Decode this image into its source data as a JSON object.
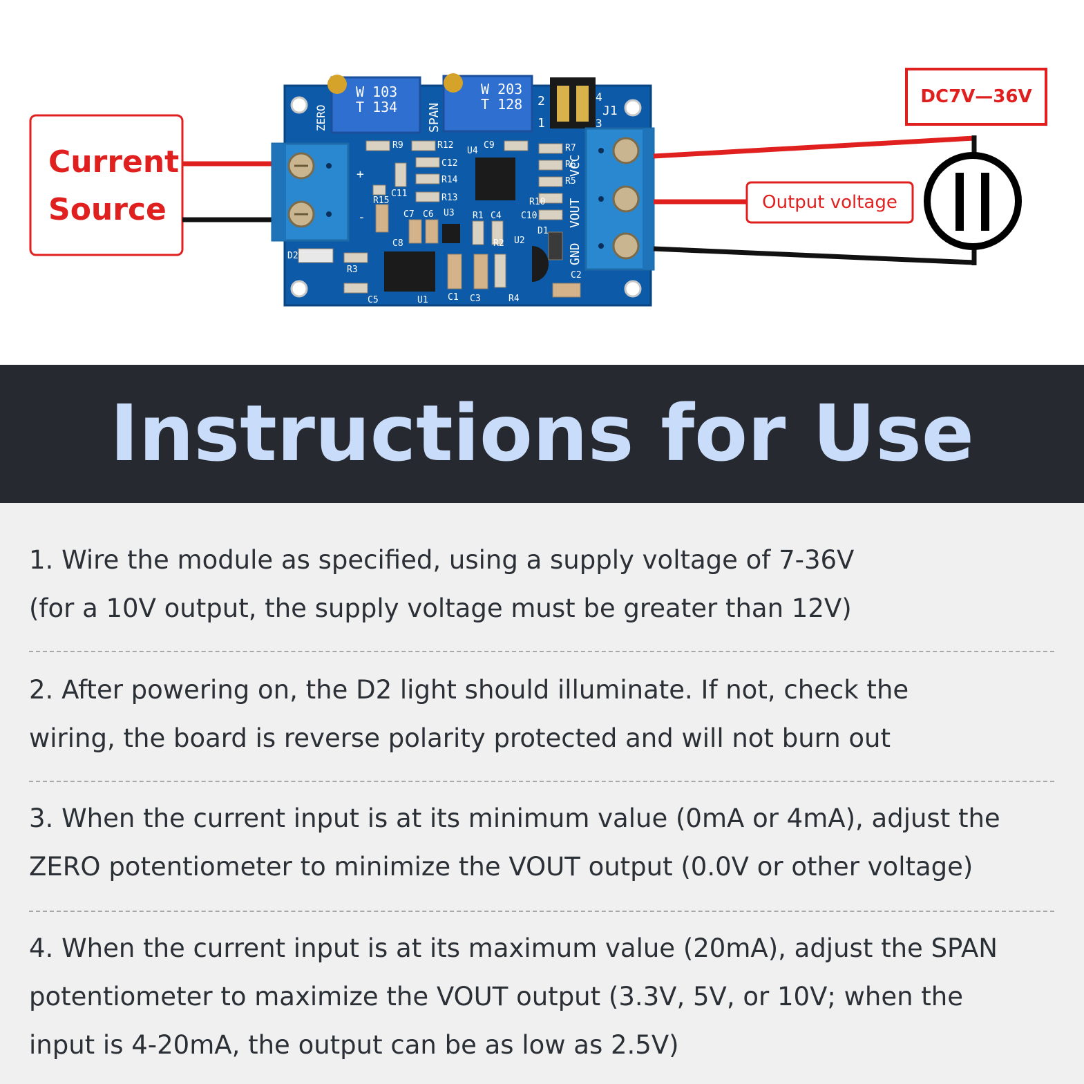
{
  "labels": {
    "current_source_line1": "Current",
    "current_source_line2": "Source",
    "supply": "DC7V—36V",
    "output": "Output voltage"
  },
  "board": {
    "pot_left_line1": "W 103",
    "pot_left_line2": "T 134",
    "pot_right_line1": "W 203",
    "pot_right_line2": "T 128",
    "zero": "ZERO",
    "span": "SPAN",
    "terminal_vcc": "VCC",
    "terminal_vout": "VOUT",
    "terminal_gnd": "GND",
    "plus": "+",
    "minus": "-",
    "jumper": "J1",
    "components": [
      "R9",
      "R12",
      "C12",
      "R14",
      "R13",
      "C11",
      "R15",
      "C7",
      "C6",
      "U3",
      "R1",
      "C4",
      "C10",
      "C9",
      "U4",
      "R7",
      "R6",
      "R5",
      "R10",
      "D1",
      "R2",
      "U2",
      "C8",
      "R3",
      "C5",
      "U1",
      "C1",
      "C3",
      "R4",
      "C2",
      "D2"
    ],
    "jumper_pins": [
      "2",
      "1",
      "4",
      "3"
    ]
  },
  "title": "Instructions for Use",
  "steps": [
    {
      "line1": "1. Wire the module as specified, using a supply voltage of 7-36V",
      "line2": "(for a 10V output, the supply voltage must be greater than 12V)"
    },
    {
      "line1": "2. After powering on, the D2 light should illuminate. If not, check the",
      "line2": "wiring, the board is reverse polarity protected and will not burn out"
    },
    {
      "line1": "3. When the current input is at its minimum value (0mA or 4mA), adjust the",
      "line2": "ZERO potentiometer to minimize the VOUT output (0.0V or other voltage)"
    },
    {
      "line1": "4. When the current input is at its maximum value (20mA), adjust the SPAN",
      "line2": "potentiometer to maximize the VOUT output (3.3V, 5V, or 10V; when the",
      "line3": "input is 4-20mA, the output can be as low as 2.5V)"
    }
  ],
  "colors": {
    "red": "#e0201e",
    "board": "#0d5aa8",
    "terminal": "#2a88d0",
    "band": "#262a30",
    "title": "#c9dcfa"
  }
}
